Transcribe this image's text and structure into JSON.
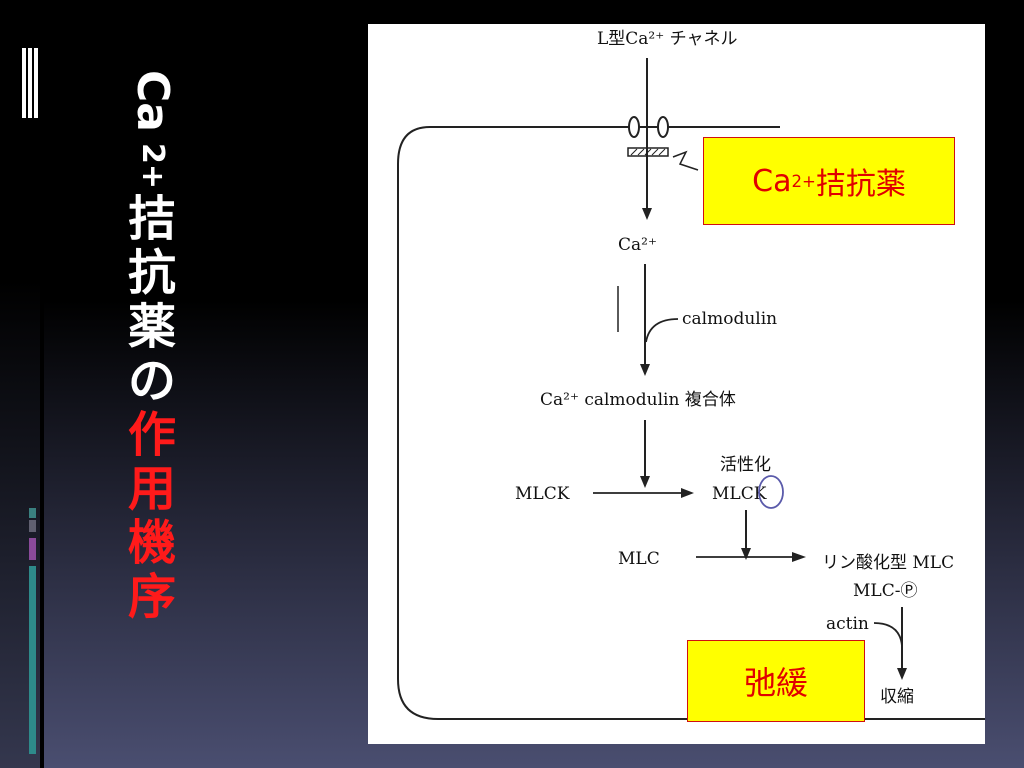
{
  "slide": {
    "title_chars_top": [
      "Ca"
    ],
    "title_sup": "2+",
    "title_chars_white": [
      "拮",
      "抗",
      "薬",
      "の"
    ],
    "title_chars_red": [
      "作",
      "用",
      "機",
      "序"
    ]
  },
  "diagram": {
    "channel_label": "L型Ca²⁺ チャネル",
    "ca_label": "Ca²⁺",
    "calmodulin_label": "calmodulin",
    "complex_label": "Ca²⁺ calmodulin 複合体",
    "activation_label": "活性化",
    "mlck_label": "MLCK",
    "mlck_active_label": "MLCK",
    "mlc_label": "MLC",
    "phospho_label": "リン酸化型 MLC",
    "mlcp_label": "MLC-Ⓟ",
    "actin_label": "actin",
    "contraction_label": "収縮"
  },
  "callouts": {
    "antagonist_base": "Ca",
    "antagonist_sup": "2+",
    "antagonist_rest": "拮抗薬",
    "relaxation": "弛緩"
  },
  "colors": {
    "callout_bg": "#ffff00",
    "callout_text": "#e00000",
    "title_white": "#ffffff",
    "title_red": "#ff1a1a"
  }
}
